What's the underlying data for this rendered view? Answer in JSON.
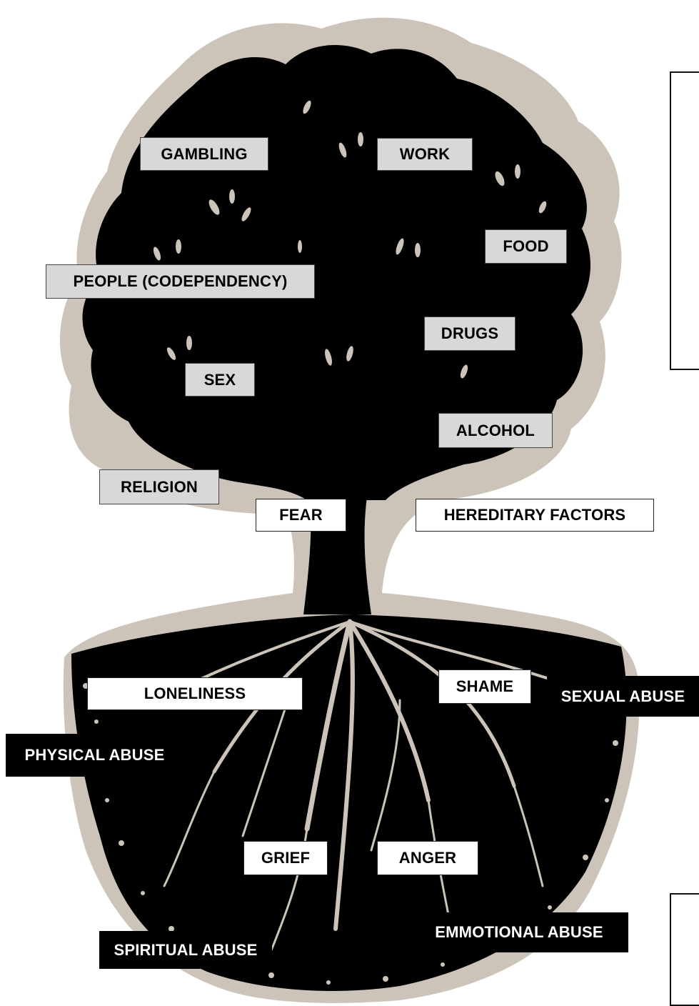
{
  "colors": {
    "halo": "#cdc4b9",
    "tree": "#000000",
    "roots": "#cdc4b9",
    "label_gray": "#d8d8d8"
  },
  "branches": {
    "gambling": "GAMBLING",
    "work": "WORK",
    "food": "FOOD",
    "people": "PEOPLE (CODEPENDENCY)",
    "drugs": "DRUGS",
    "sex": "SEX",
    "alcohol": "ALCOHOL",
    "religion": "RELIGION"
  },
  "roots": {
    "loneliness": "LONELINESS",
    "shame": "SHAME",
    "fear": "FEAR",
    "hereditary": "HEREDITARY FACTORS",
    "grief": "GRIEF",
    "anger": "ANGER"
  },
  "soil": {
    "sexual_abuse": "SEXUAL ABUSE",
    "physical_abuse": "PHYSICAL ABUSE",
    "spiritual_abuse": "SPIRITUAL ABUSE",
    "emotional_abuse": "EMMOTIONAL ABUSE"
  }
}
